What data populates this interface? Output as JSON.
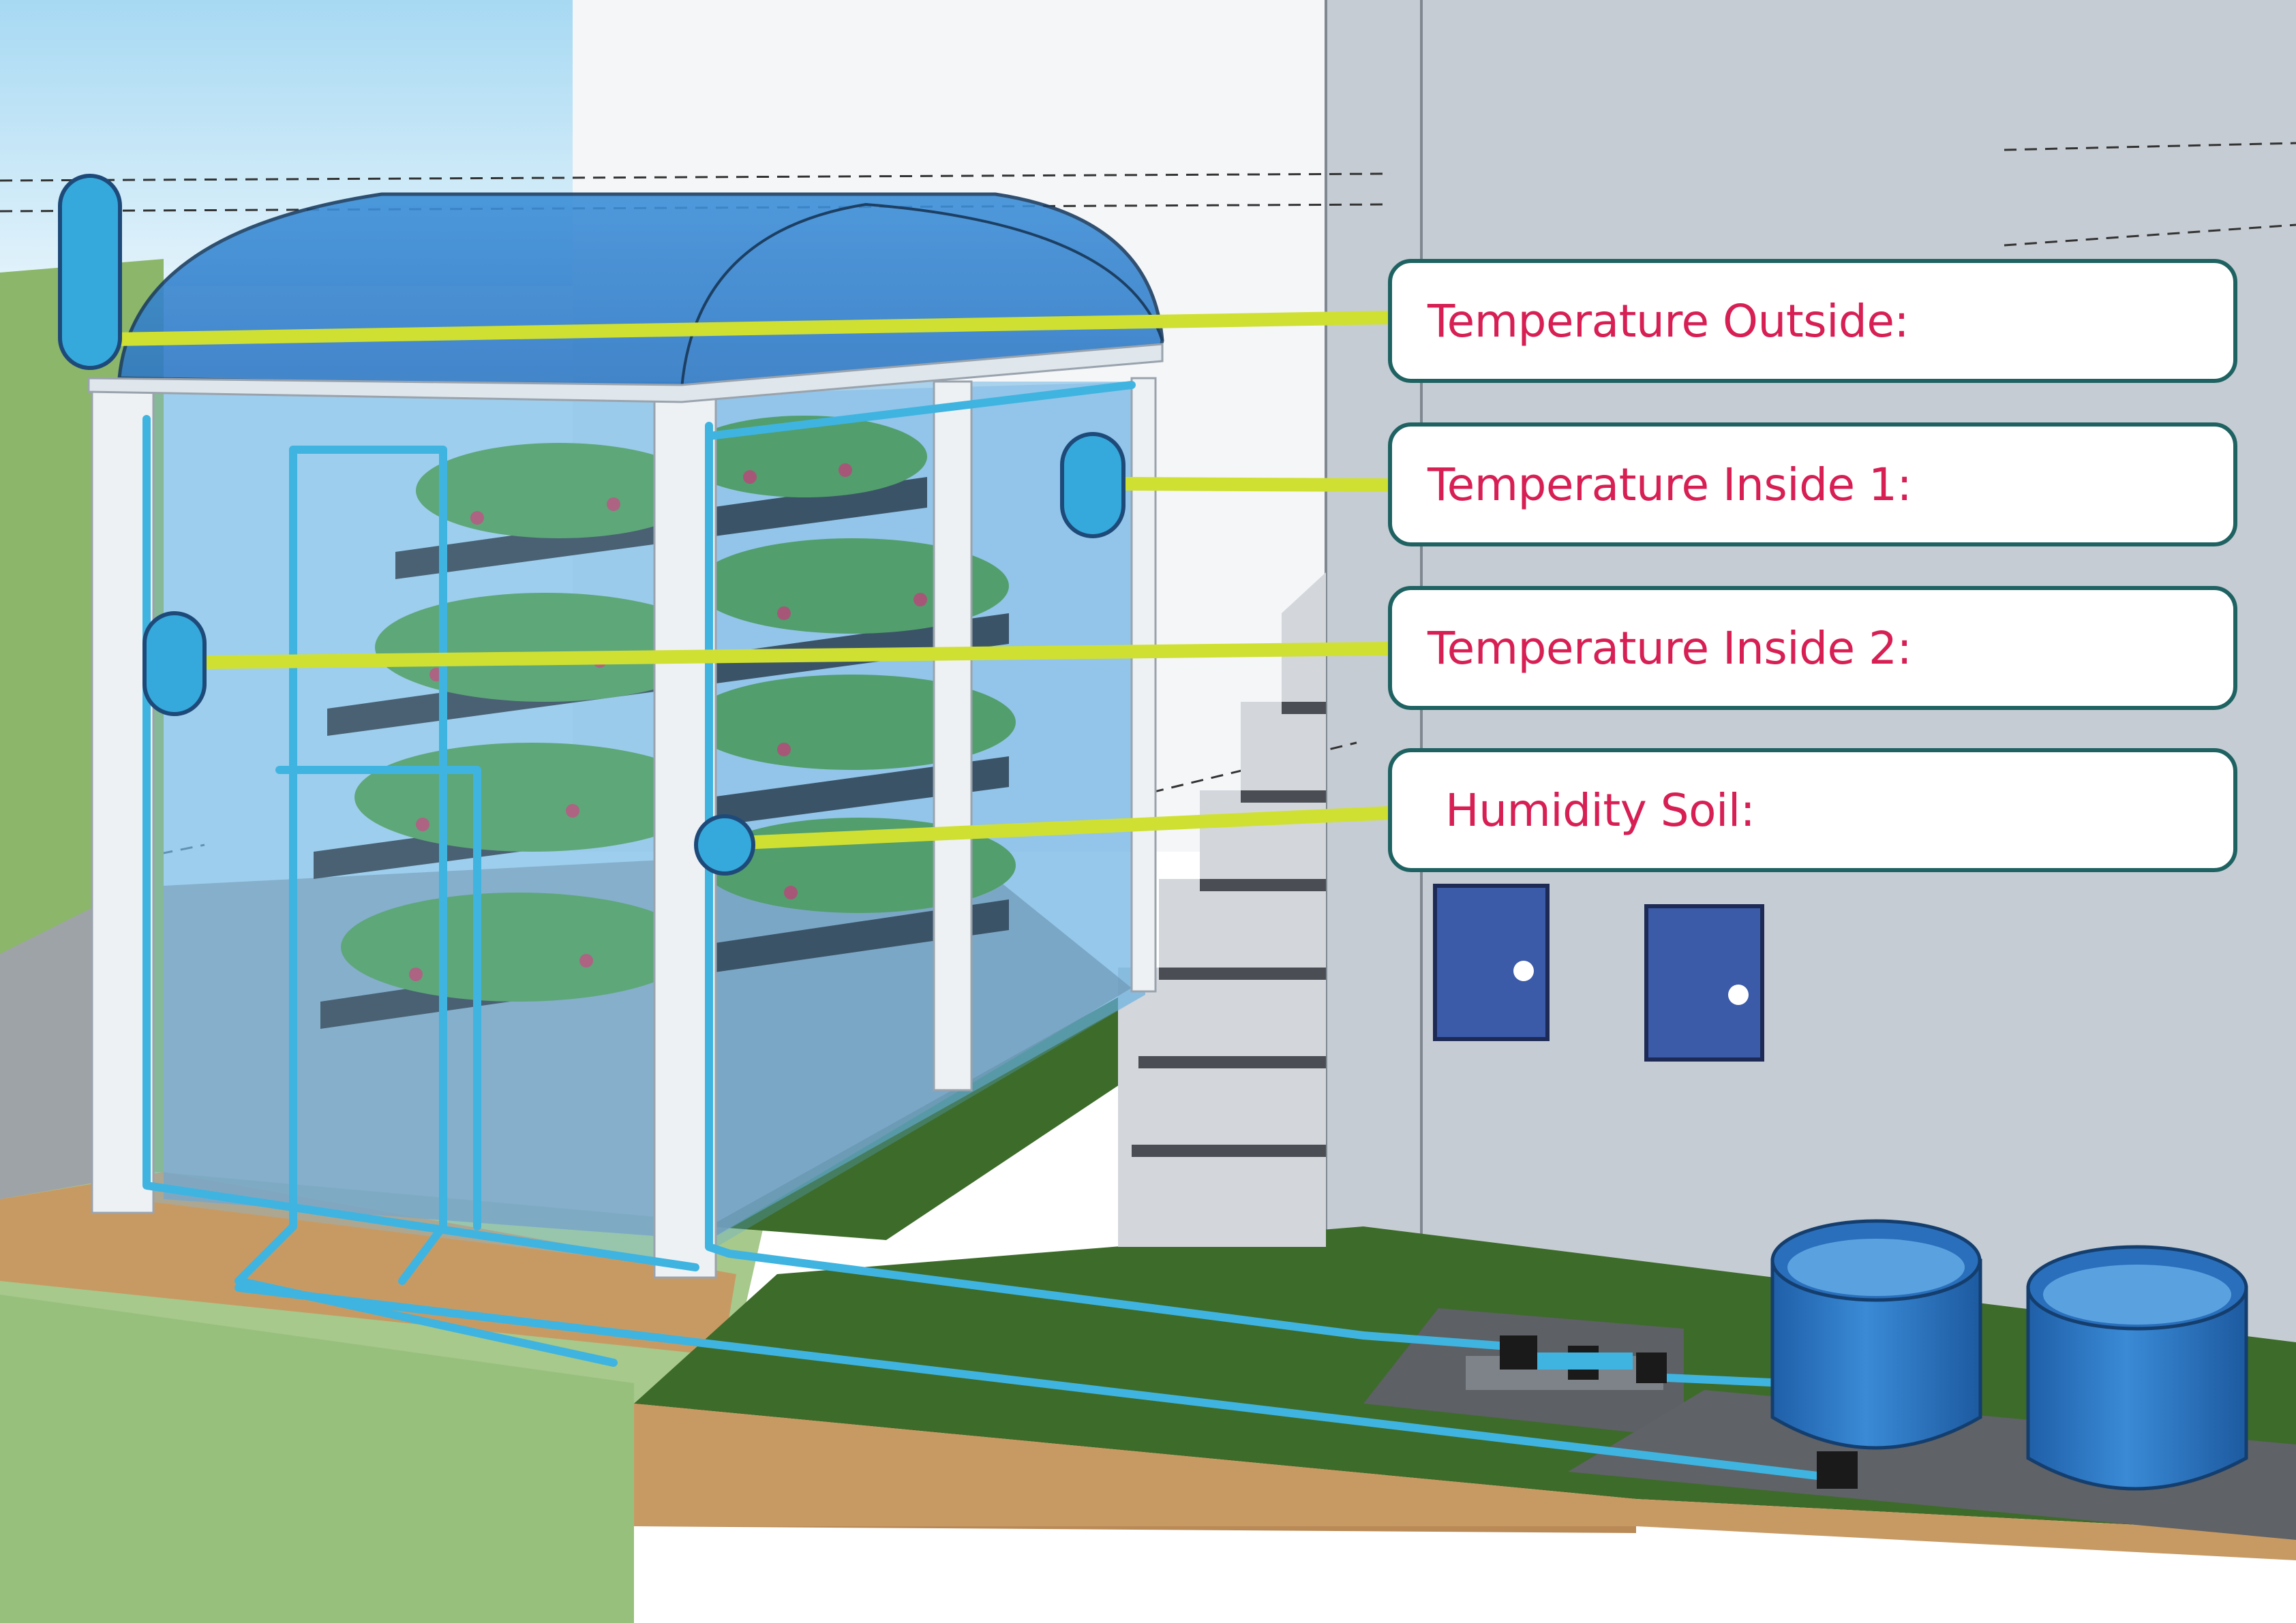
{
  "labels": {
    "temperature_outside": "Temperature Outside:",
    "temperature_inside_1": "Temperature Inside 1:",
    "temperature_inside_2": "Temperature Inside 2:",
    "humidity_soil": "Humidity Soil:"
  },
  "colors": {
    "sky": "#bfe3f5",
    "grass": "#8cb66a",
    "dark_grass": "#3d6b2a",
    "soil": "#c89a63",
    "wall": "#c6ccd3",
    "greenhouse_glass": "#4f9fdc",
    "pipe": "#3fb4e0",
    "sensor": "#35a9dc",
    "connector_line": "#cfe033",
    "label_border": "#1f6262",
    "label_text": "#d71f54",
    "door": "#3b5aa8",
    "tank": "#2b7bc9"
  },
  "icons": {
    "sensors": "rounded-capsule-sensor",
    "soil_sensor": "round-probe-sensor",
    "tanks": "cylindrical-water-tank",
    "pump": "water-pump"
  }
}
